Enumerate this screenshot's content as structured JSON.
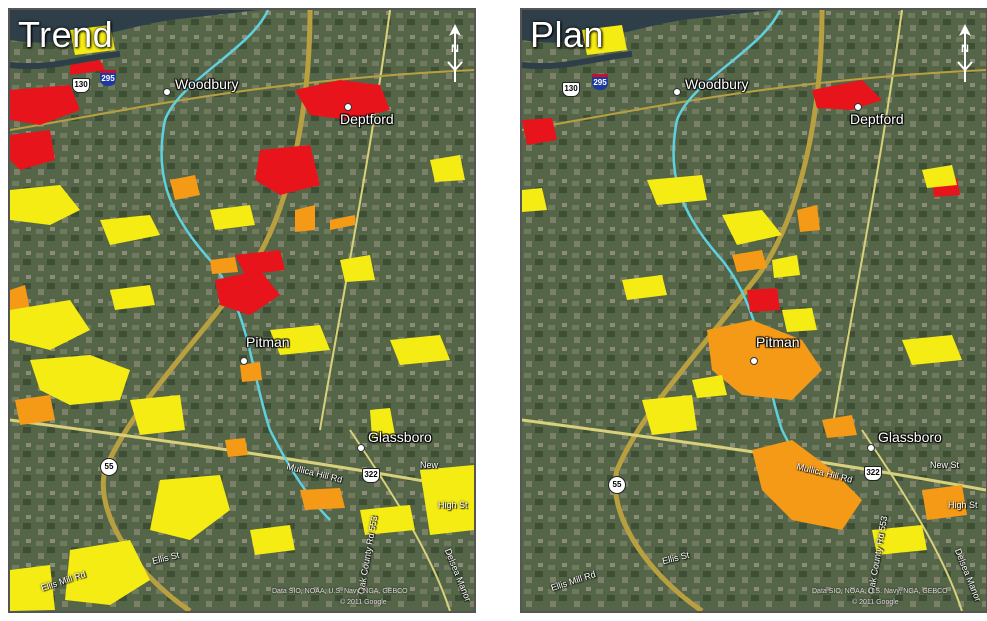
{
  "panels": [
    {
      "title": "Trend",
      "places": {
        "woodbury": "Woodbury",
        "deptford": "Deptford",
        "pitman": "Pitman",
        "glassboro": "Glassboro"
      },
      "roads": {
        "mullica": "Mullica Hill Rd",
        "new": "New",
        "high": "High St",
        "ellis_mill": "Ellis Mill Rd",
        "ellis": "Ellis St",
        "oak": "Oak County Rd 553",
        "delsea": "Delsea Manor"
      },
      "shields": {
        "us130": "130",
        "i295": "295",
        "us322": "322",
        "nj55": "55"
      },
      "north": "N",
      "credit_1": "Data SIO, NOAA, U.S. Navy, NGA, GEBCO",
      "credit_2": "© 2011 Google"
    },
    {
      "title": "Plan",
      "places": {
        "woodbury": "Woodbury",
        "deptford": "Deptford",
        "pitman": "Pitman",
        "glassboro": "Glassboro"
      },
      "roads": {
        "mullica": "Mullica Hill Rd",
        "new": "New St",
        "high": "High St",
        "ellis_mill": "Ellis Mill Rd",
        "ellis": "Ellis St",
        "oak": "Oak County Rd 553",
        "delsea": "Delsea Manor"
      },
      "shields": {
        "us130": "130",
        "i295": "295",
        "us322": "322",
        "nj55": "55"
      },
      "north": "N",
      "credit_1": "Data SIO, NOAA, U.S. Navy, NGA, GEBCO",
      "credit_2": "© 2011 Google"
    }
  ],
  "colors": {
    "growth_high": "#e8141b",
    "growth_medium": "#f59a16",
    "growth_low": "#f5ec13",
    "rail_line": "#5fd0e0",
    "highway": "#b8a040",
    "river": "#2f3f4a"
  },
  "icons": [
    "north-arrow-icon",
    "town-marker-icon"
  ]
}
